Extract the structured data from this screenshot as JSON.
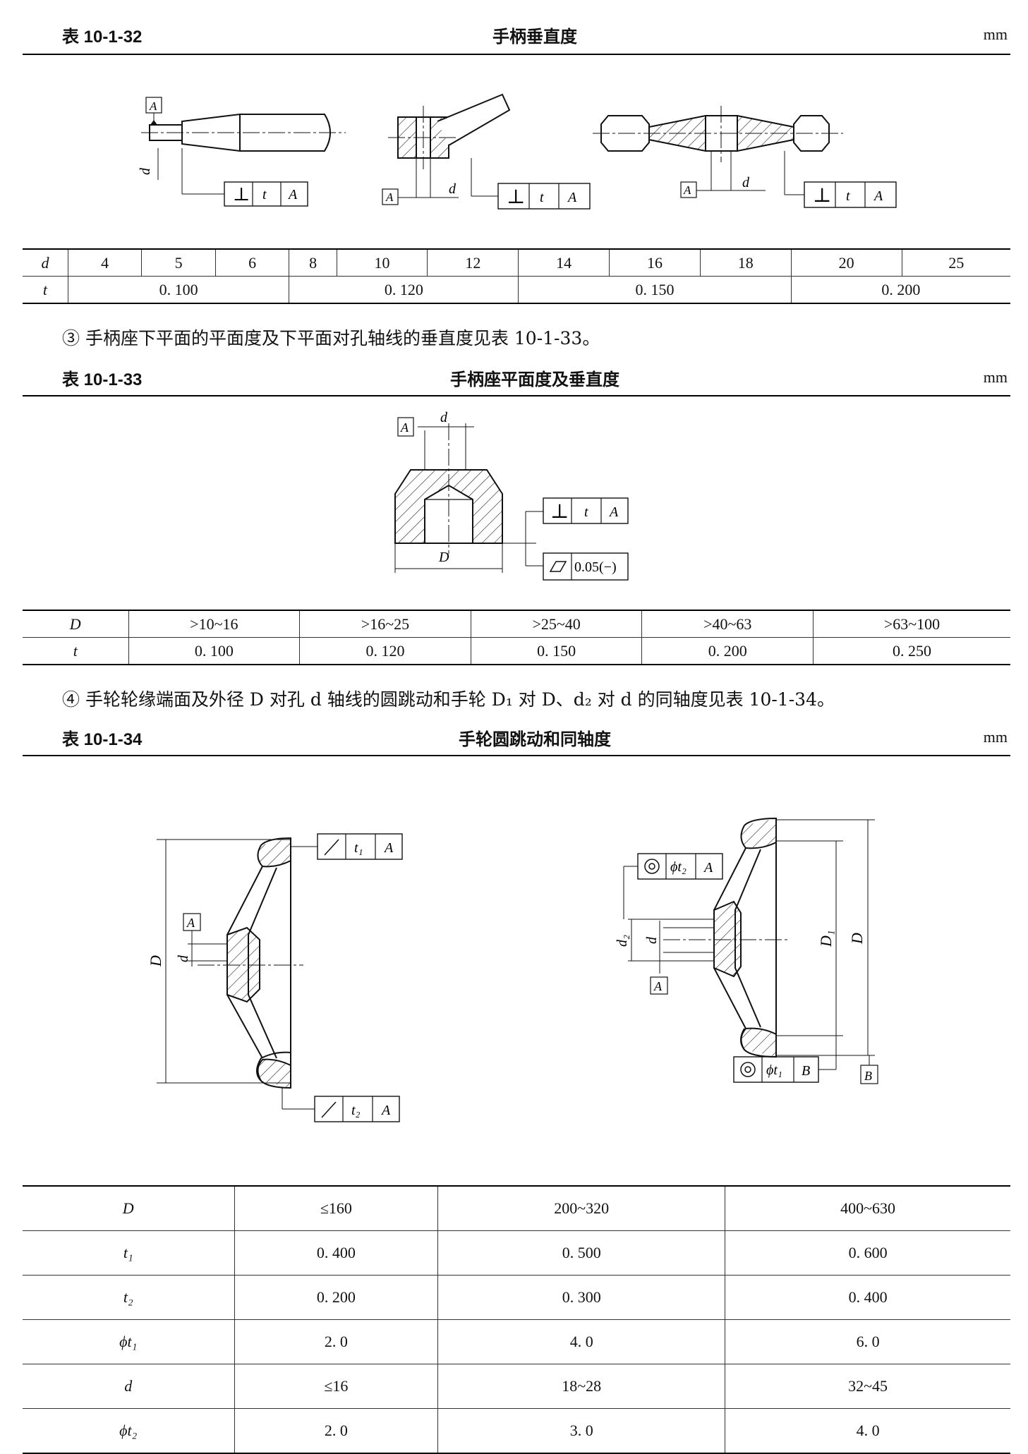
{
  "table32": {
    "number": "表 10-1-32",
    "title": "手柄垂直度",
    "unit": "mm",
    "figure": {
      "datum": "A",
      "dim_d": "d",
      "sym": "⊥",
      "tol": "t"
    },
    "header": [
      "d",
      "4",
      "5",
      "6",
      "8",
      "10",
      "12",
      "14",
      "16",
      "18",
      "20",
      "25"
    ],
    "row_label": "t",
    "values": [
      "0. 100",
      "0. 120",
      "0. 150",
      "0. 200"
    ]
  },
  "para3": "③ 手柄座下平面的平面度及下平面对孔轴线的垂直度见表 10-1-33。",
  "table33": {
    "number": "表 10-1-33",
    "title": "手柄座平面度及垂直度",
    "unit": "mm",
    "figure": {
      "datum": "A",
      "dim_d": "d",
      "dim_D": "D",
      "sym": "⊥",
      "tol": "t",
      "flat_tol": "0.05(−)"
    },
    "header": [
      "D",
      ">10~16",
      ">16~25",
      ">25~40",
      ">40~63",
      ">63~100"
    ],
    "row": [
      "t",
      "0. 100",
      "0. 120",
      "0. 150",
      "0. 200",
      "0. 250"
    ]
  },
  "para4": "④ 手轮轮缘端面及外径 D 对孔 d 轴线的圆跳动和手轮 D₁ 对 D、d₂ 对 d 的同轴度见表 10-1-34。",
  "table34": {
    "number": "表 10-1-34",
    "title": "手轮圆跳动和同轴度",
    "unit": "mm",
    "figure": {
      "datum_a": "A",
      "datum_b": "B",
      "dim_D": "D",
      "dim_D1": "D₁",
      "dim_d": "d",
      "dim_d2": "d₂",
      "t1": "t₁",
      "t2": "t₂",
      "phi_t1": "ϕt₁",
      "phi_t2": "ϕt₂"
    },
    "rows": [
      [
        "D",
        "≤160",
        "200~320",
        "400~630"
      ],
      [
        "t₁",
        "0. 400",
        "0. 500",
        "0. 600"
      ],
      [
        "t₂",
        "0. 200",
        "0. 300",
        "0. 400"
      ],
      [
        "ϕt₁",
        "2. 0",
        "4. 0",
        "6. 0"
      ],
      [
        "d",
        "≤16",
        "18~28",
        "32~45"
      ],
      [
        "ϕt₂",
        "2. 0",
        "3. 0",
        "4. 0"
      ]
    ]
  }
}
